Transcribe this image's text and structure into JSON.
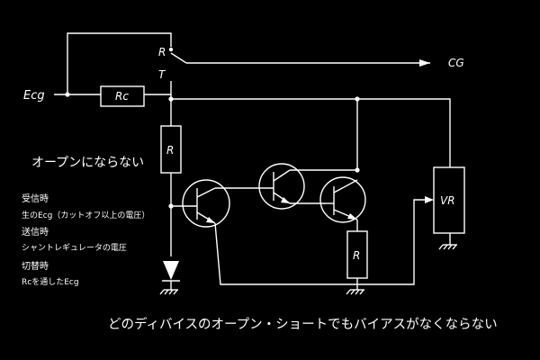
{
  "labels": {
    "ecg": "Ecg",
    "rc": "Rc",
    "relay_r": "R",
    "relay_t": "T",
    "cg": "CG",
    "r_top": "R",
    "r_bottom": "R",
    "vr": "VR"
  },
  "notes": {
    "headline": "オープンにならない",
    "receive_title": "受信時",
    "receive_desc": "生のEcg（カットオフ以上の電圧）",
    "transmit_title": "送信時",
    "transmit_desc": "シャントレギュレータの電圧",
    "switch_title": "切替時",
    "switch_desc": "Rcを通したEcg",
    "footer": "どのディバイスのオープン・ショートでもバイアスがなくならない"
  },
  "colors": {
    "background": "#000000",
    "foreground": "#ffffff"
  }
}
